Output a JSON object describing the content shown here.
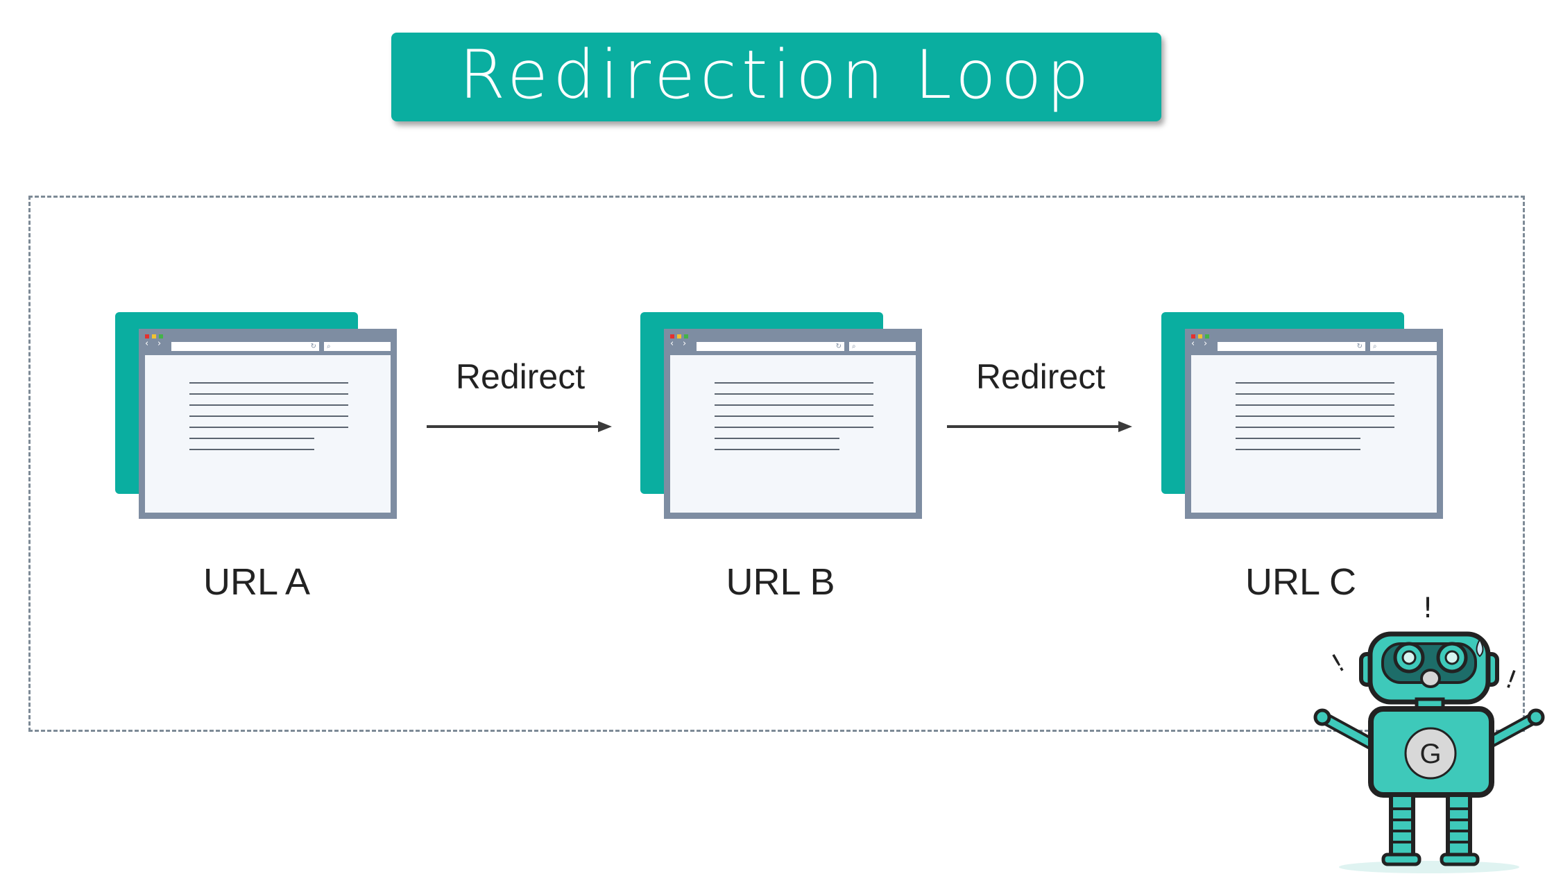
{
  "title": "Redirection Loop",
  "steps": [
    {
      "url_label": "URL A"
    },
    {
      "url_label": "URL B"
    },
    {
      "url_label": "URL C"
    }
  ],
  "edges": [
    {
      "label": "Redirect"
    },
    {
      "label": "Redirect"
    }
  ],
  "robot": {
    "badge_letter": "G",
    "exclamations": [
      "!",
      "!",
      "!"
    ]
  },
  "colors": {
    "accent": "#0aaea0",
    "browser_frame": "#7e8da2",
    "dashed_border": "#7d8a96",
    "text": "#222222"
  }
}
